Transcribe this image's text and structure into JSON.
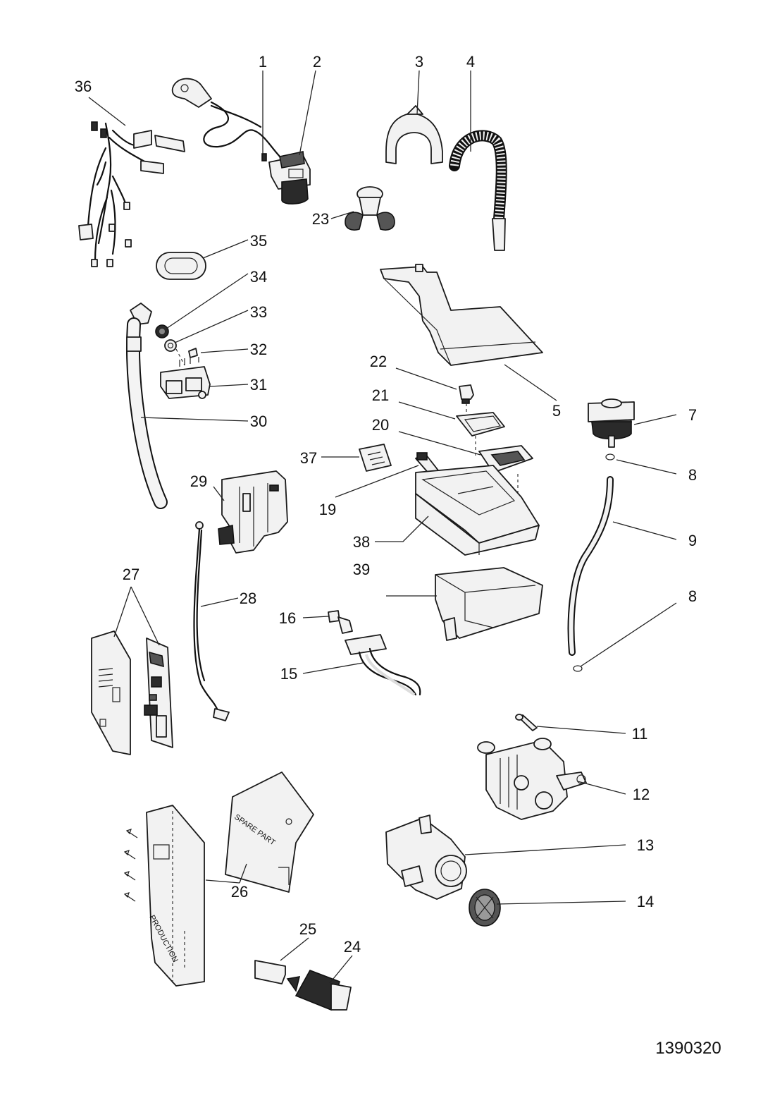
{
  "diagram": {
    "document_number": "1390320",
    "part_labels": [
      "1",
      "2",
      "3",
      "4",
      "5",
      "7",
      "8",
      "8",
      "9",
      "11",
      "12",
      "13",
      "14",
      "15",
      "16",
      "19",
      "20",
      "21",
      "22",
      "23",
      "24",
      "25",
      "26",
      "27",
      "28",
      "29",
      "30",
      "31",
      "32",
      "33",
      "34",
      "35",
      "36",
      "37",
      "38",
      "39"
    ],
    "sheet_texts": {
      "spare_part": "SPARE PART",
      "production": "PRODUCTION"
    }
  }
}
